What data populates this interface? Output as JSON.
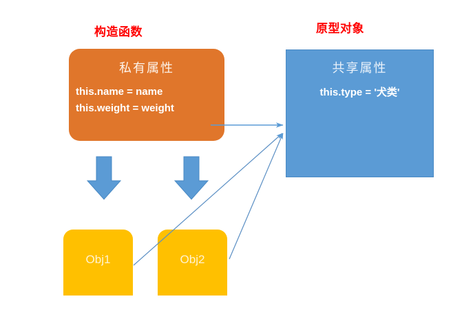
{
  "diagram": {
    "title_constructor": "构造函数",
    "title_prototype": "原型对象",
    "constructor_box": {
      "heading": "私有属性",
      "line1": "this.name = name",
      "line2": "this.weight = weight",
      "fill_color": "#E0762B"
    },
    "prototype_box": {
      "heading": "共享属性",
      "line1": "this.type = '犬类'",
      "fill_color": "#5B9BD5"
    },
    "objects": [
      {
        "label": "Obj1",
        "fill_color": "#FFC000"
      },
      {
        "label": "Obj2",
        "fill_color": "#FFC000"
      }
    ],
    "arrows": {
      "block_arrow_color": "#5B9BD5",
      "connector_color": "#5B9BD5",
      "block_arrow_count": 2,
      "connector_count": 3
    },
    "label_color": "#FF0000"
  }
}
